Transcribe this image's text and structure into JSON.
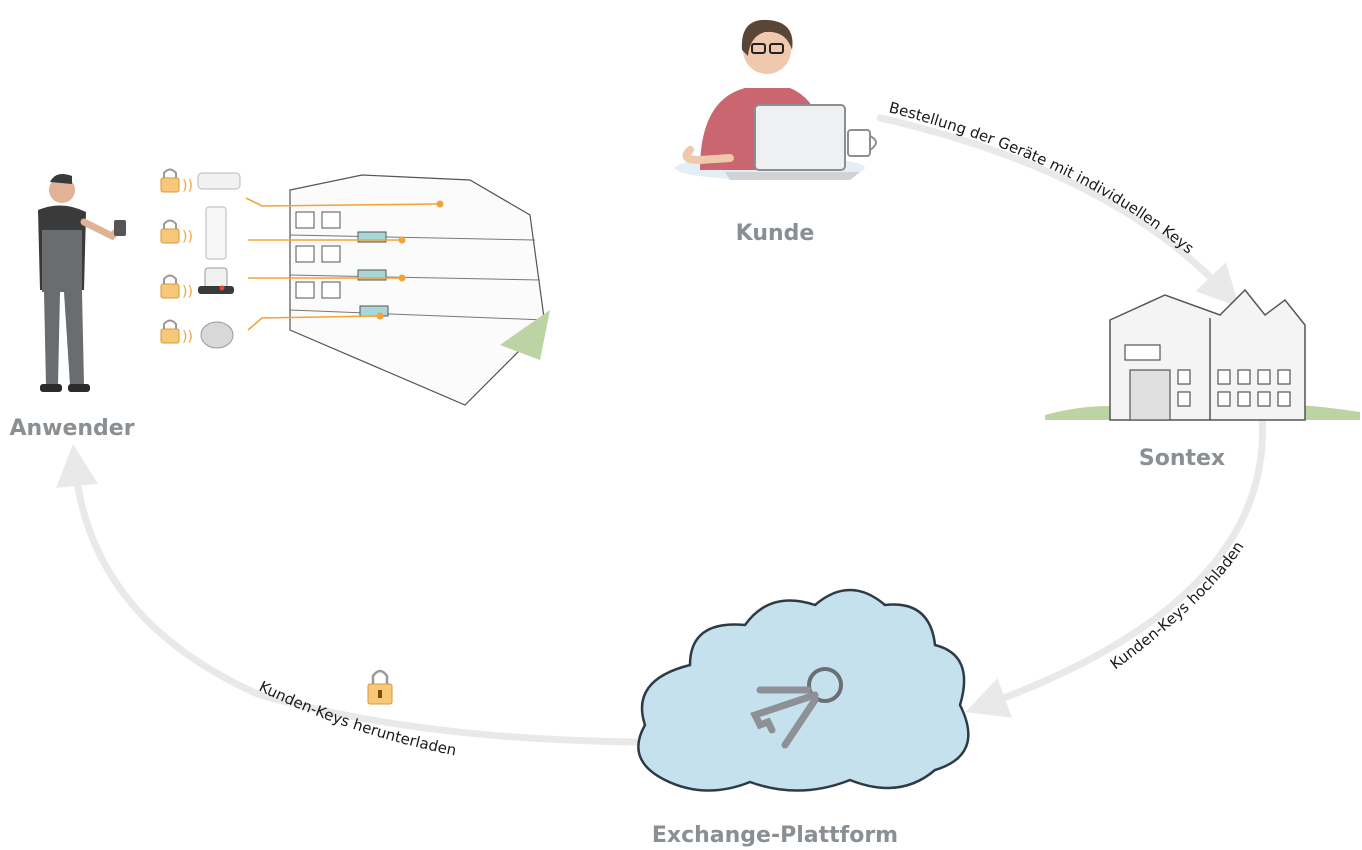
{
  "nodes": {
    "kunde": "Kunde",
    "sontex": "Sontex",
    "exchange": "Exchange-Plattform",
    "anwender": "Anwender"
  },
  "flows": {
    "order": "Bestellung der Geräte mit individuellen Keys",
    "upload": "Kunden-Keys hochladen",
    "download": "Kunden-Keys herunterladen"
  },
  "colors": {
    "arrow": "#e9e9e9",
    "label": "#8a8f93",
    "accent": "#f2a33a",
    "cloud_fill": "#c6e1ee",
    "cloud_stroke": "#2f3b44"
  }
}
